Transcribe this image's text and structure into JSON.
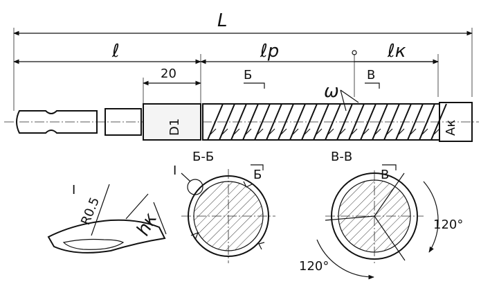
{
  "dimensions": {
    "total_length": "L",
    "shank_length": "ℓ",
    "working_length": "ℓp",
    "taper_length": "ℓк",
    "neck_length": "20",
    "diameter": "D1",
    "end_diameter": "Aк",
    "helix_angle": "ω"
  },
  "sections": {
    "b_marker": "Б",
    "v_marker": "В",
    "b_title": "Б-Б",
    "v_title": "В-В",
    "b_cut_label": "Б",
    "v_cut_label": "В"
  },
  "detail": {
    "marker": "I",
    "callout": "I",
    "radius": "R0.5",
    "depth": "hк"
  },
  "angles": {
    "a1": "120°",
    "a2": "120°"
  }
}
